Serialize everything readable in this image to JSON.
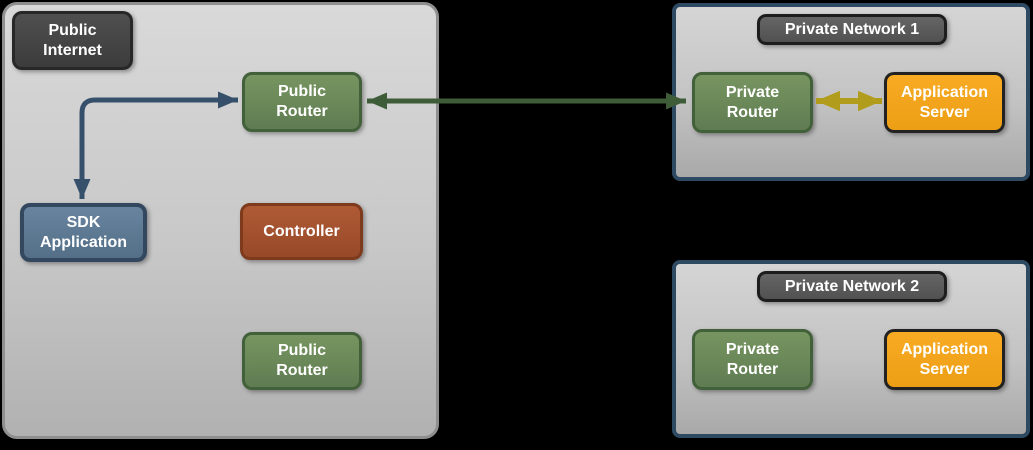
{
  "page": {
    "background": "#000000",
    "description": "Network architecture diagram"
  },
  "zones": {
    "public": {
      "internet_badge": "Public\nInternet",
      "router_top": "Public\nRouter",
      "sdk_application": "SDK\nApplication",
      "controller": "Controller",
      "router_bottom": "Public\nRouter"
    },
    "network1": {
      "title": "Private Network 1",
      "router": "Private\nRouter",
      "server": "Application\nServer"
    },
    "network2": {
      "title": "Private Network 2",
      "router": "Private\nRouter",
      "server": "Application\nServer"
    }
  },
  "connections": {
    "sdk_to_public_router": {
      "color": "#36506b",
      "shape": "elbow",
      "arrowheads": "both"
    },
    "public_to_private_router": {
      "color": "#3e5c38",
      "shape": "straight",
      "arrowheads": "both"
    },
    "private_router_to_server": {
      "color": "#b19c1b",
      "shape": "straight",
      "arrowheads": "both"
    }
  },
  "palette": {
    "zone_fill_top": "#d9d9d9",
    "zone_fill_bottom": "#b1b1b1",
    "public_zone_border": "#8f8f8f",
    "private_zone_border": "#2e4a62",
    "dark_badge_fill": "#454545",
    "title_pill_fill": "#5c5c5c",
    "node_green": "#6d8e63",
    "node_green_border": "#42603a",
    "node_blue": "#5f7d99",
    "node_blue_border": "#33485e",
    "node_rust": "#a6512e",
    "node_rust_border": "#7d3a1d",
    "node_orange": "#f5a51f",
    "node_orange_border": "#222222",
    "label_text": "#ffffff"
  }
}
